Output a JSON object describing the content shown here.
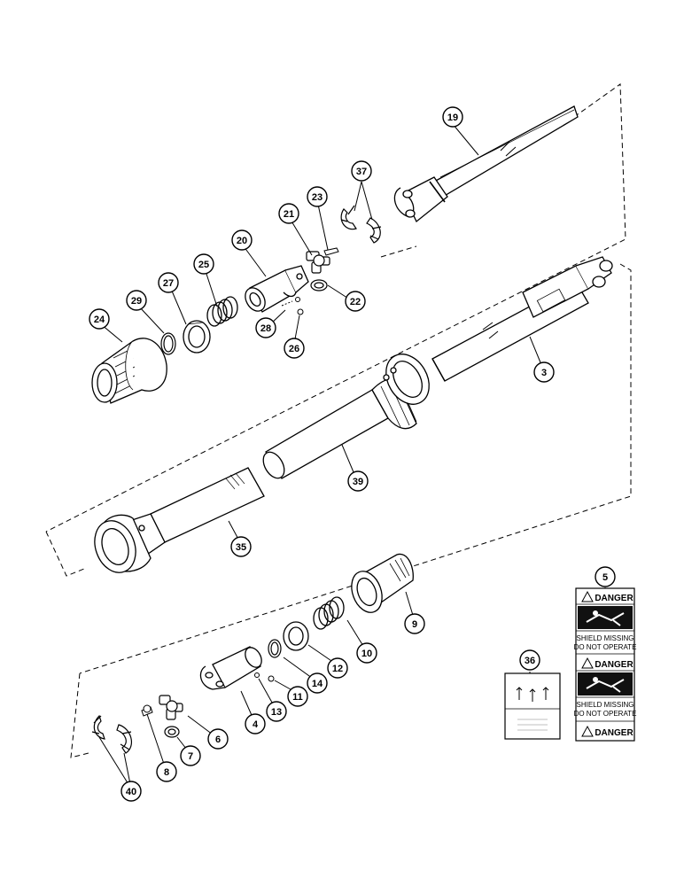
{
  "callouts": {
    "c19": "19",
    "c37": "37",
    "c23": "23",
    "c21": "21",
    "c20": "20",
    "c25": "25",
    "c27": "27",
    "c29": "29",
    "c24": "24",
    "c22": "22",
    "c28": "28",
    "c26": "26",
    "c3": "3",
    "c39": "39",
    "c35": "35",
    "c9": "9",
    "c10": "10",
    "c12": "12",
    "c14": "14",
    "c11": "11",
    "c13": "13",
    "c4": "4",
    "c6": "6",
    "c7": "7",
    "c8": "8",
    "c40": "40",
    "c5": "5",
    "c36": "36"
  },
  "decal_5": {
    "danger_1": "DANGER",
    "danger_2": "DANGER",
    "danger_3": "DANGER",
    "warn_1a": "SHIELD MISSING",
    "warn_1b": "DO NOT OPERATE",
    "warn_2a": "SHIELD MISSING",
    "warn_2b": "DO NOT OPERATE"
  }
}
